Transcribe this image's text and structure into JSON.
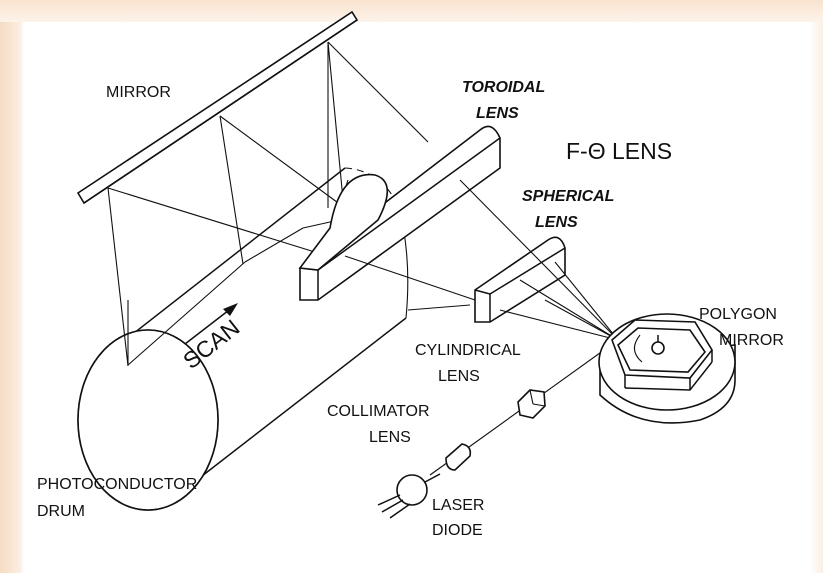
{
  "labels": {
    "mirror": "MIRROR",
    "toroidal_line1": "TOROIDAL",
    "toroidal_line2": "LENS",
    "f_theta": "F-Θ LENS",
    "spherical_line1": "SPHERICAL",
    "spherical_line2": "LENS",
    "polygon_line1": "POLYGON",
    "polygon_line2": "MIRROR",
    "cylindrical_line1": "CYLINDRICAL",
    "cylindrical_line2": "LENS",
    "collimator_line1": "COLLIMATOR",
    "collimator_line2": "LENS",
    "laser_line1": "LASER",
    "laser_line2": "DIODE",
    "photo_line1": "PHOTOCONDUCTOR",
    "photo_line2": "DRUM",
    "scan": "SCAN"
  }
}
